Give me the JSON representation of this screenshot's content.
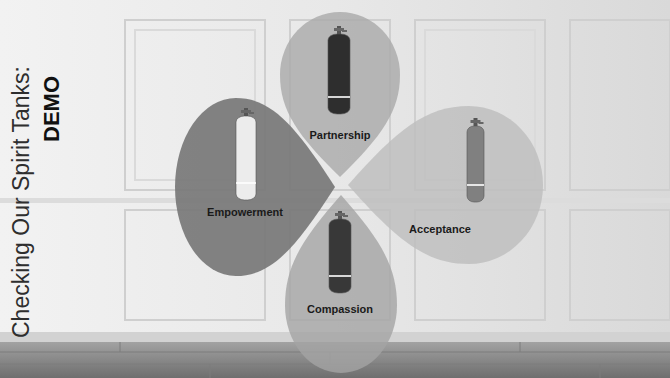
{
  "diagram": {
    "title": "Checking Our Spirit Tanks:",
    "nodes": [
      {
        "text": [
          "Partnership"
        ]
      },
      {
        "text": [
          "Acceptance"
        ]
      },
      {
        "text": [
          "Compassion"
        ]
      },
      {
        "text": [
          "Empowerment"
        ]
      }
    ],
    "labels": [
      "DEMO"
    ]
  }
}
